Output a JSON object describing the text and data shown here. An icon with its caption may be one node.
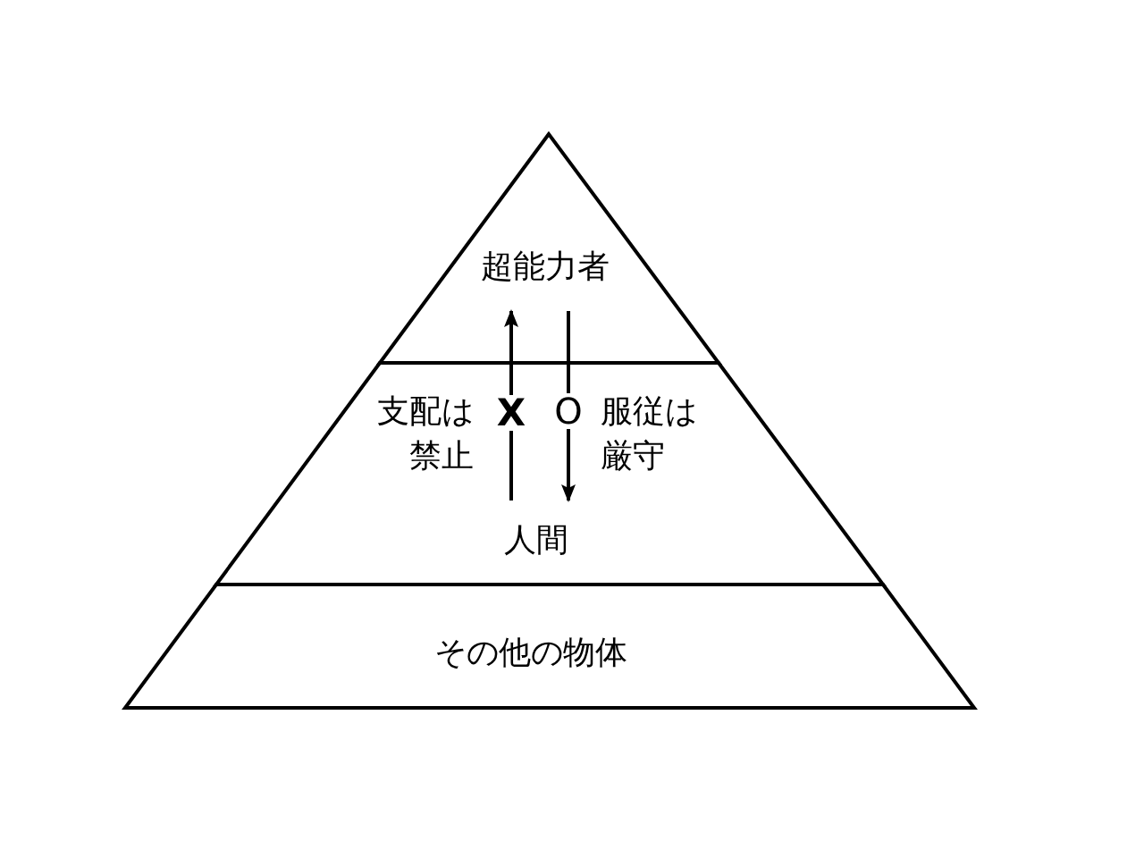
{
  "diagram": {
    "nodes": [
      {
        "text": [
          "超能力者"
        ]
      },
      {
        "text": [
          "人間"
        ]
      },
      {
        "text": [
          "その他の物体"
        ]
      }
    ],
    "edges": [
      {
        "from": 1,
        "to": 0,
        "arrow": "to",
        "label": "X"
      },
      {
        "from": 0,
        "to": 1,
        "arrow": "to",
        "label": "O"
      }
    ],
    "labels": [
      "支配は禁止",
      "服従は厳守"
    ]
  }
}
